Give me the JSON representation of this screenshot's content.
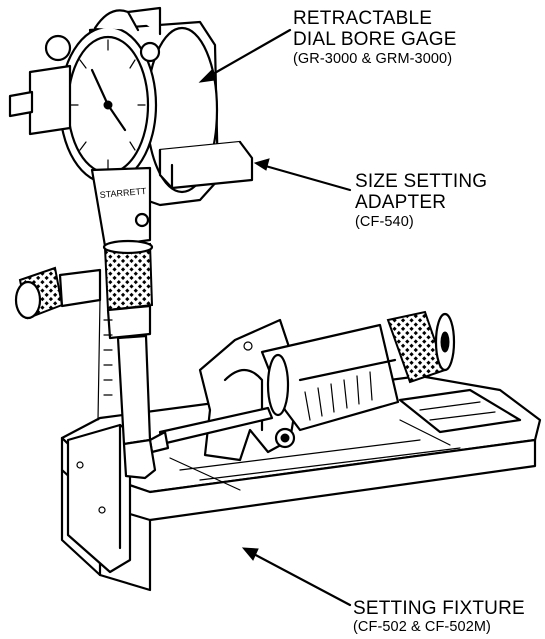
{
  "callouts": {
    "gage": {
      "line1": "RETRACTABLE",
      "line2": "DIAL BORE GAGE",
      "part": "(GR-3000 & GRM-3000)"
    },
    "adapter": {
      "line1": "SIZE SETTING",
      "line2": "ADAPTER",
      "part": "(CF-540)"
    },
    "fixture": {
      "line1": "SETTING FIXTURE",
      "part": "(CF-502 & CF-502M)"
    }
  },
  "colors": {
    "ink": "#000000",
    "background": "#ffffff"
  },
  "icons": [
    "knurl-pattern",
    "arrowhead"
  ]
}
